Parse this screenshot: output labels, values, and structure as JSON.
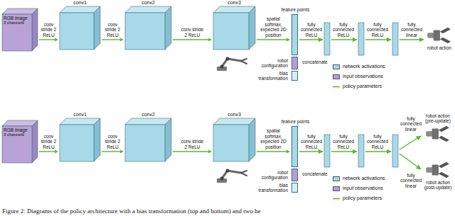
{
  "diagram": {
    "caption": "Figure 2: Diagrams of the policy architecture with a bias transformation (top and bottom) and two he",
    "nodes": [
      {
        "text": [
          "RGB image",
          "3 channels"
        ]
      },
      {
        "text": [
          "conv1"
        ]
      },
      {
        "text": [
          "conv2"
        ]
      },
      {
        "text": [
          "conv3"
        ]
      },
      {
        "text": [
          "feature points"
        ]
      },
      {
        "text": [
          "robot configuration"
        ]
      },
      {
        "text": [
          "bias transformation"
        ]
      },
      {
        "text": [
          "robot action"
        ]
      },
      {
        "text": [
          "RGB image",
          "3 channels"
        ]
      },
      {
        "text": [
          "conv1"
        ]
      },
      {
        "text": [
          "conv2"
        ]
      },
      {
        "text": [
          "conv3"
        ]
      },
      {
        "text": [
          "feature points"
        ]
      },
      {
        "text": [
          "robot configuration"
        ]
      },
      {
        "text": [
          "bias transformation"
        ]
      },
      {
        "text": [
          "robot action (pre-update)"
        ]
      },
      {
        "text": [
          "robot action (post-update)"
        ]
      }
    ],
    "edges": [
      {
        "from": 0,
        "to": 1,
        "arrow": "to",
        "label": "conv stride 2 ReLU"
      },
      {
        "from": 1,
        "to": 2,
        "arrow": "to",
        "label": "conv stride 2 ReLU"
      },
      {
        "from": 2,
        "to": 3,
        "arrow": "to",
        "label": "conv stride 2 ReLU"
      },
      {
        "from": 3,
        "to": 4,
        "arrow": "to",
        "label": "spatial softmax, expected 2D position"
      },
      {
        "from": 8,
        "to": 9,
        "arrow": "to",
        "label": "conv stride 2 ReLU"
      },
      {
        "from": 9,
        "to": 10,
        "arrow": "to",
        "label": "conv stride 2 ReLU"
      },
      {
        "from": 10,
        "to": 11,
        "arrow": "to",
        "label": "conv stride 2 ReLU"
      },
      {
        "from": 11,
        "to": 12,
        "arrow": "to",
        "label": "spatial softmax, expected 2D position"
      }
    ],
    "labels": [
      "fully connected ReLU",
      "fully connected ReLU",
      "fully connected ReLU",
      "fully connected linear",
      "concatenate",
      "fully connected ReLU",
      "fully connected ReLU",
      "fully connected ReLU",
      "fully connected linear",
      "fully connected linear",
      "concatenate"
    ],
    "legend": [
      {
        "text": "network activations",
        "color": "#a8d9e8"
      },
      {
        "text": "input observations",
        "color": "#b39ddb"
      },
      {
        "text": "policy parameters"
      },
      {
        "text": "network activations",
        "color": "#a8d9e8"
      },
      {
        "text": "input observations",
        "color": "#b39ddb"
      },
      {
        "text": "policy parameters"
      }
    ]
  }
}
